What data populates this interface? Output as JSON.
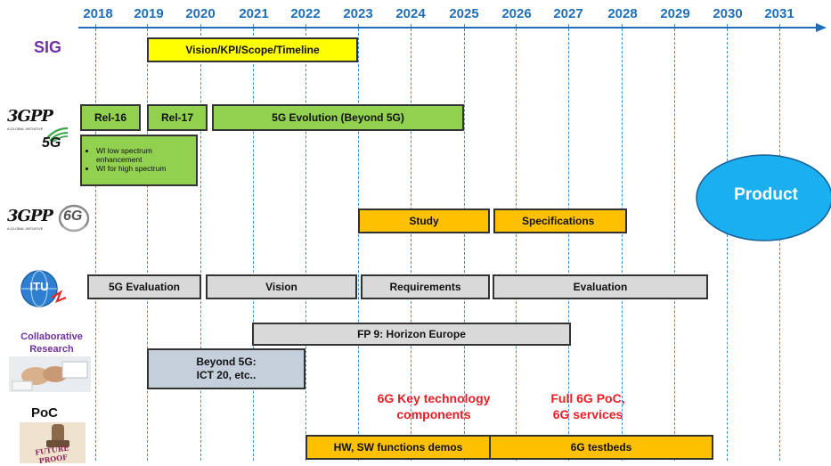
{
  "timeline": {
    "years": [
      "2018",
      "2019",
      "2020",
      "2021",
      "2022",
      "2023",
      "2024",
      "2025",
      "2026",
      "2027",
      "2028",
      "2029",
      "2030",
      "2031"
    ]
  },
  "rows": {
    "sig": {
      "label": "SIG",
      "bars": {
        "vision": "Vision/KPI/Scope/Timeline"
      }
    },
    "threegpp_5g": {
      "logo_text": "3GPP",
      "logo_tagline": "A GLOBAL INITIATIVE",
      "logo_5g": "5G",
      "bars": {
        "rel16": "Rel-16",
        "rel17": "Rel-17",
        "evolution": "5G Evolution (Beyond 5G)"
      },
      "wi_items": [
        "WI low spectrum enhancement",
        "WI for high spectrum"
      ]
    },
    "threegpp_6g": {
      "logo_text": "3GPP",
      "logo_tagline": "A GLOBAL INITIATIVE",
      "logo_6g": "6G",
      "bars": {
        "study": "Study",
        "specifications": "Specifications"
      }
    },
    "itu": {
      "logo_text": "ITU",
      "bars": {
        "evaluation5g": "5G Evaluation",
        "vision": "Vision",
        "requirements": "Requirements",
        "evaluation": "Evaluation"
      }
    },
    "collab": {
      "label_line1": "Collaborative",
      "label_line2": "Research",
      "bars": {
        "fp9": "FP 9: Horizon Europe",
        "beyond5g_line1": "Beyond 5G:",
        "beyond5g_line2": "ICT 20, etc.."
      }
    },
    "poc": {
      "label": "PoC",
      "stamp_text": "FUTURE PROOF",
      "red_left_line1": "6G Key technology",
      "red_left_line2": "components",
      "red_right_line1": "Full 6G PoC,",
      "red_right_line2": "6G services",
      "bars": {
        "demos": "HW, SW functions demos",
        "testbeds": "6G testbeds"
      }
    }
  },
  "product": {
    "label": "Product"
  },
  "colors": {
    "axis": "#1f6fb8",
    "gridline": "#3b8fd6",
    "yellow": "#ffff00",
    "green": "#92d050",
    "orange": "#ffc000",
    "gray": "#d9d9d9",
    "bluegray": "#c5cfdc",
    "product": "#1ab0f0",
    "sig": "#7030a0",
    "red": "#ee1c25"
  }
}
